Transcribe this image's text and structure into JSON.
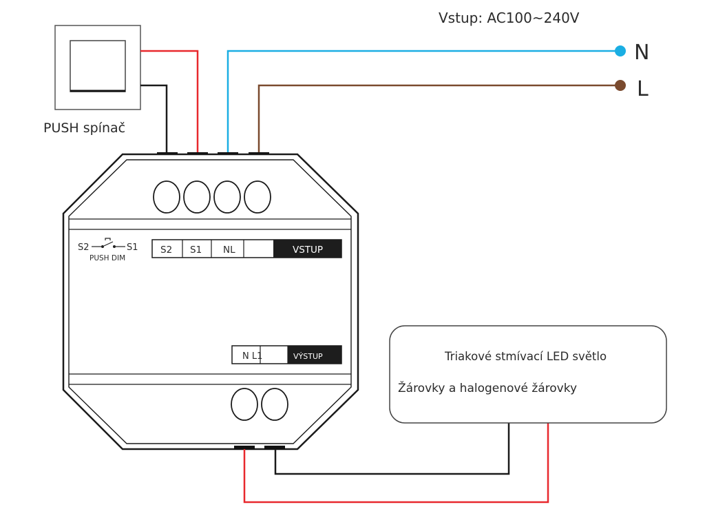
{
  "input_voltage_label": "Vstup: AC100~240V",
  "terminals": {
    "neutral": "N",
    "live": "L"
  },
  "push_switch_label": "PUSH spínač",
  "switch_symbol": {
    "s2": "S2",
    "s1": "S1",
    "caption": "PUSH DIM"
  },
  "input_block": {
    "s2": "S2",
    "s1": "S1",
    "nl": "NL",
    "title": "VSTUP"
  },
  "output_block": {
    "nl": "N L1",
    "title": "VÝSTUP"
  },
  "load_box": {
    "line1": "Triakové stmívací LED světlo",
    "line2": "Žárovky a halogenové žárovky"
  },
  "colors": {
    "red_wire": "#e8282d",
    "black_wire": "#1a1a1a",
    "blue_wire": "#1aaee3",
    "brown_wire": "#7a4a2e",
    "label_fill": "#1d1d1d"
  }
}
